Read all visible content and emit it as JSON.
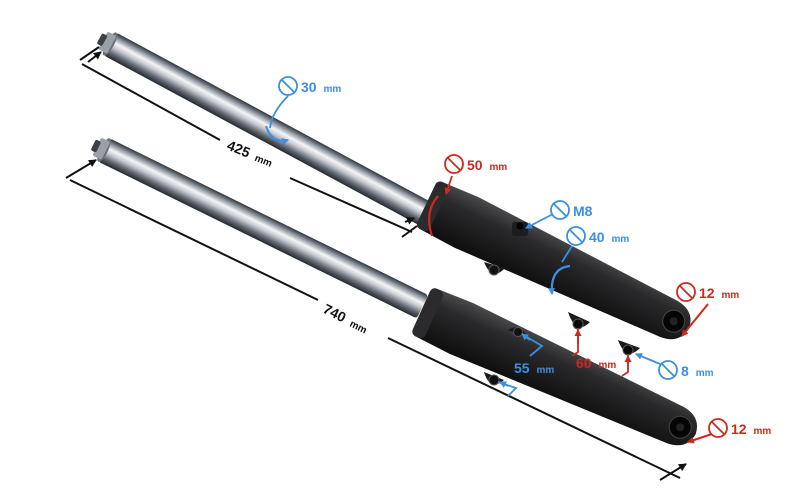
{
  "colors": {
    "blue": "#3b8fe0",
    "red": "#cc2a1c",
    "black": "#111111",
    "chrome_light": "#e8eaee",
    "chrome_dark": "#3a3f48",
    "body": "#1c1c1e"
  },
  "dimensions": {
    "upper_tube_length": {
      "value": "425",
      "unit": "mm"
    },
    "total_length": {
      "value": "740",
      "unit": "mm"
    },
    "tube_diameter": {
      "value": "30",
      "unit": "mm"
    },
    "top_diameter": {
      "value": "50",
      "unit": "mm"
    },
    "bolt_thread": {
      "value": "M8",
      "unit": ""
    },
    "body_diameter": {
      "value": "40",
      "unit": "mm"
    },
    "axle_upper": {
      "value": "12",
      "unit": "mm"
    },
    "axle_lower": {
      "value": "12",
      "unit": "mm"
    },
    "caliper_spacing": {
      "value": "60",
      "unit": "mm"
    },
    "caliper_hole": {
      "value": "8",
      "unit": "mm"
    },
    "mount_spacing": {
      "value": "55",
      "unit": "mm"
    }
  },
  "icons": [
    "diameter-symbol-icon"
  ]
}
